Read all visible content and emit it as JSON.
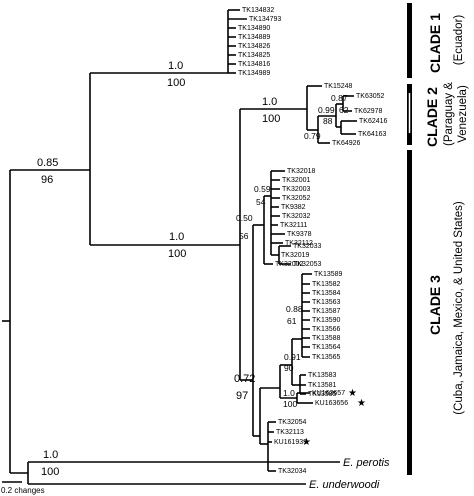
{
  "leaves": {
    "c1": [
      "TK134832",
      "TK134793",
      "TK134890",
      "TK134889",
      "TK134826",
      "TK134825",
      "TK134816",
      "TK134989"
    ],
    "c2_top": "TK15248",
    "c2_a": [
      "TK63052",
      "TK62978"
    ],
    "c2_b": [
      "TK62416",
      "TK64163"
    ],
    "c2_out": "TK64926",
    "c3_sub1": [
      "TK32018",
      "TK32001",
      "TK32003",
      "TK32052",
      "TK9382",
      "TK32032",
      "TK32111",
      "TK9378",
      "TK32112",
      "TK32033",
      "TK32019",
      "TK32053"
    ],
    "c3_sub1_out": "TK32002",
    "c3_sub2_top": "TK13589",
    "c3_sub2": [
      "TK13582",
      "TK13584",
      "TK13563",
      "TK13587",
      "TK13590",
      "TK13566",
      "TK13588",
      "TK13564",
      "TK13565"
    ],
    "c3_sub2_low": [
      "TK13583",
      "TK13581",
      "TK13585"
    ],
    "ku": [
      "KU163657",
      "KU163656"
    ],
    "c3_rest": [
      "TK32054",
      "TK32113",
      "KU161933",
      "TK32034"
    ],
    "outgroups": [
      "E. perotis",
      "E. underwoodi"
    ]
  },
  "support": {
    "clade1": {
      "pp": "1.0",
      "bs": "100"
    },
    "ingroup": {
      "pp": "0.85",
      "bs": "96"
    },
    "clade2": {
      "pp": "1.0",
      "bs": "100"
    },
    "clade2_sub": {
      "a": "0.87",
      "b": "0.99",
      "c": "62",
      "d": "88",
      "e": "0.79"
    },
    "clade23": {
      "pp": "1.0",
      "bs": "100"
    },
    "c3_a": {
      "pp": "0.59",
      "bs": "54"
    },
    "c3_b": {
      "pp": "0.50",
      "bs": "56"
    },
    "c3_c": {
      "pp": "0.88",
      "bs": "61"
    },
    "c3_d": {
      "pp": "0.91",
      "bs": "90"
    },
    "c3_e": {
      "pp": "1.0",
      "bs": "100"
    },
    "clade3": {
      "pp": "0.72",
      "bs": "97"
    },
    "root": {
      "pp": "1.0",
      "bs": "100"
    }
  },
  "star": "★",
  "scale": {
    "label": "0.2 changes"
  },
  "clades": [
    {
      "title": "CLADE 1",
      "sub": "(Ecuador)"
    },
    {
      "title": "CLADE 2",
      "sub1": "(Paraguay &",
      "sub2": "Venezuela)"
    },
    {
      "title": "CLADE 3",
      "sub": "(Cuba, Jamaica, Mexico, & United States)"
    }
  ]
}
